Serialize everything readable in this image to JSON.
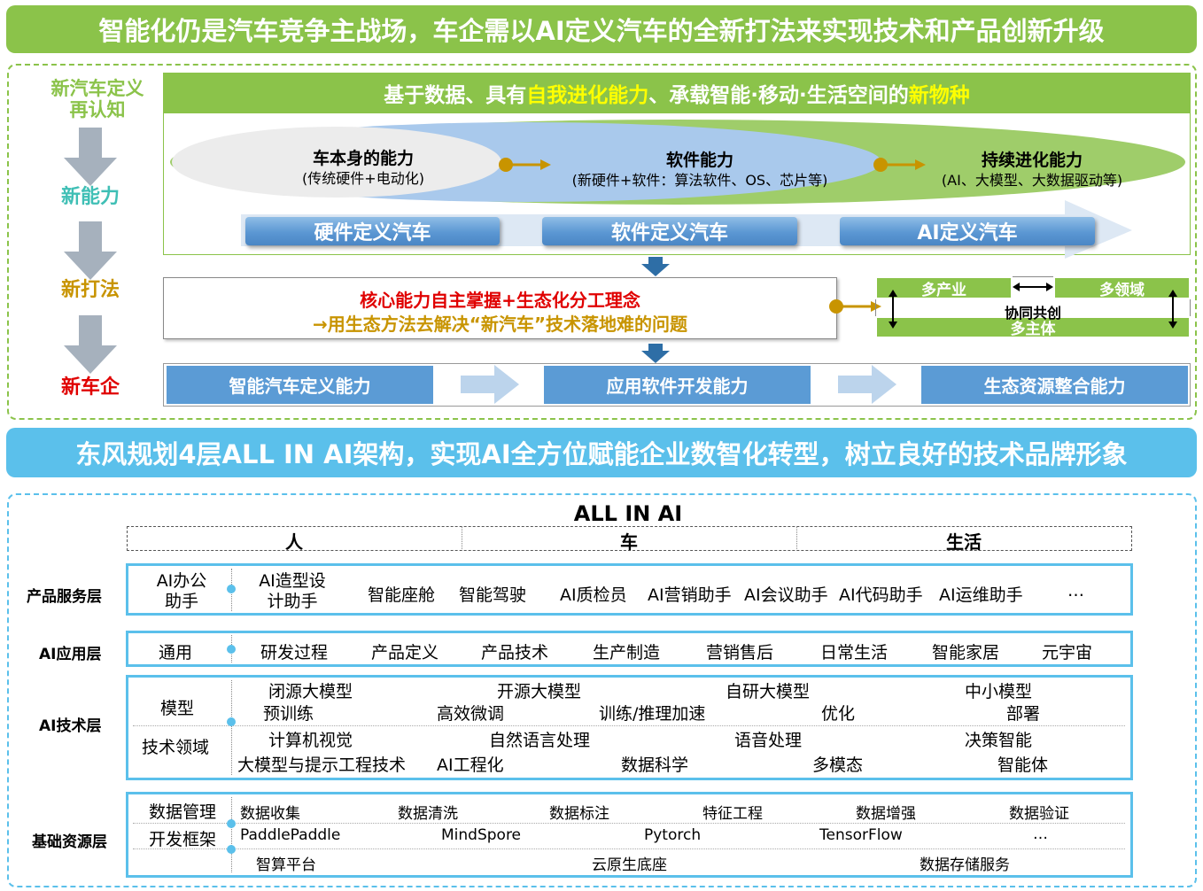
{
  "banner_top": "智能化仍是汽车竞争主战场，车企需以AI定义汽车的全新打法来实现技术和产品创新升级",
  "banner_mid": "东风规划4层ALL IN AI架构，实现AI全方位赋能企业数智化转型，树立良好的技术品牌形象",
  "top_section": {
    "side_labels": [
      "新汽车定义\n再认知",
      "新能力",
      "新打法",
      "新车企"
    ],
    "header": {
      "prefix": "基于数据、具有",
      "highlight1": "自我进化能力",
      "middle": "、承载智能·移动·生活空间的",
      "highlight2": "新物种"
    },
    "abilities": [
      {
        "title": "车本身的能力",
        "sub": "(传统硬件+电动化)"
      },
      {
        "title": "软件能力",
        "sub": "(新硬件+软件：算法软件、OS、芯片等)"
      },
      {
        "title": "持续进化能力",
        "sub": "(AI、大模型、大数据驱动等)"
      }
    ],
    "stages": [
      "硬件定义汽车",
      "软件定义汽车",
      "AI定义汽车"
    ],
    "core_line1": "核心能力自主掌握+生态化分工理念",
    "core_line2": "→用生态方法去解决“新汽车”技术落地难的问题",
    "ecosystem": {
      "tl": "多产业",
      "tr": "多领域",
      "center": "协同共创",
      "bottom": "多主体"
    },
    "capabilities": [
      "智能汽车定义能力",
      "应用软件开发能力",
      "生态资源整合能力"
    ]
  },
  "bottom_section": {
    "title": "ALL IN AI",
    "columns": [
      "人",
      "车",
      "生活"
    ],
    "layers": {
      "product": {
        "label": "产品服务层",
        "items": [
          "AI办公\n助手",
          "AI造型设\n计助手",
          "智能座舱",
          "智能驾驶",
          "AI质检员",
          "AI营销助手",
          "AI会议助手",
          "AI代码助手",
          "AI运维助手",
          "…"
        ]
      },
      "app": {
        "label": "AI应用层",
        "items": [
          "通用",
          "研发过程",
          "产品定义",
          "产品技术",
          "生产制造",
          "营销售后",
          "日常生活",
          "智能家居",
          "元宇宙"
        ]
      },
      "tech": {
        "label": "AI技术层",
        "model_label": "模型",
        "model_row1": [
          "闭源大模型",
          "开源大模型",
          "自研大模型",
          "中小模型"
        ],
        "model_row2": [
          "预训练",
          "高效微调",
          "训练/推理加速",
          "优化",
          "部署"
        ],
        "field_label": "技术领域",
        "field_row1": [
          "计算机视觉",
          "自然语言处理",
          "语音处理",
          "决策智能"
        ],
        "field_row2": [
          "大模型与提示工程技术",
          "AI工程化",
          "数据科学",
          "多模态",
          "智能体"
        ]
      },
      "base": {
        "label": "基础资源层",
        "data_label": "数据管理",
        "data_items": [
          "数据收集",
          "数据清洗",
          "数据标注",
          "特征工程",
          "数据增强",
          "数据验证"
        ],
        "dev_label": "开发框架",
        "dev_items": [
          "PaddlePaddle",
          "MindSpore",
          "Pytorch",
          "TensorFlow",
          "…"
        ],
        "infra_items": [
          "智算平台",
          "云原生底座",
          "数据存储服务"
        ]
      }
    }
  },
  "colors": {
    "green": "#8bc34a",
    "blue": "#5bc0eb",
    "bar_blue": "#5b9bd5",
    "red": "#e00000",
    "gold": "#c89400",
    "yellow": "#ffff00"
  }
}
